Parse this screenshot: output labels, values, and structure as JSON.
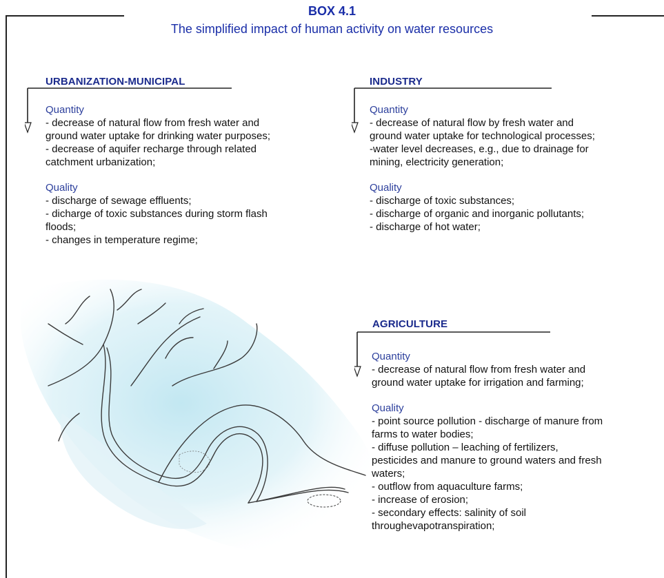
{
  "box": {
    "number": "BOX 4.1",
    "title": "The simplified impact of human activity on water resources"
  },
  "sections": {
    "urban": {
      "heading": "URBANIZATION-MUNICIPAL",
      "quantity_label": "Quantity",
      "quantity_lines": [
        "- decrease of natural flow  from fresh water and",
        "ground water uptake for drinking water purposes;",
        "- decrease of aquifer recharge through related",
        "catchment urbanization;"
      ],
      "quality_label": "Quality",
      "quality_lines": [
        "- discharge of sewage effluents;",
        "- dicharge of toxic substances during storm flash",
        "floods;",
        "- changes in temperature regime;"
      ]
    },
    "industry": {
      "heading": "INDUSTRY",
      "quantity_label": "Quantity",
      "quantity_lines": [
        "- decrease of natural flow by fresh water and",
        "ground water uptake for technological processes;",
        "-water level decreases, e.g., due to drainage for",
        "mining, electricity generation;"
      ],
      "quality_label": "Quality",
      "quality_lines": [
        "- discharge of toxic substances;",
        "- discharge of organic and inorganic pollutants;",
        "- discharge of hot water;"
      ]
    },
    "agriculture": {
      "heading": "AGRICULTURE",
      "quantity_label": "Quantity",
      "quantity_lines": [
        "- decrease of natural flow from fresh water and",
        "ground water uptake for irrigation and farming;"
      ],
      "quality_label": "Quality",
      "quality_lines": [
        "- point source pollution - discharge of manure from",
        "farms to water bodies;",
        "- diffuse pollution – leaching of fertilizers,",
        "pesticides and manure to ground waters and fresh",
        "waters;",
        "- outflow from aquaculture farms;",
        "- increase of erosion;",
        "- secondary effects: salinity of soil",
        "throughevapotranspiration;"
      ]
    }
  },
  "colors": {
    "heading_blue": "#1a2a8c",
    "title_blue": "#1a2ea8",
    "water_tint": "#cdebf3"
  },
  "icons": [
    "down-arrow-connector-icon",
    "river-illustration"
  ]
}
